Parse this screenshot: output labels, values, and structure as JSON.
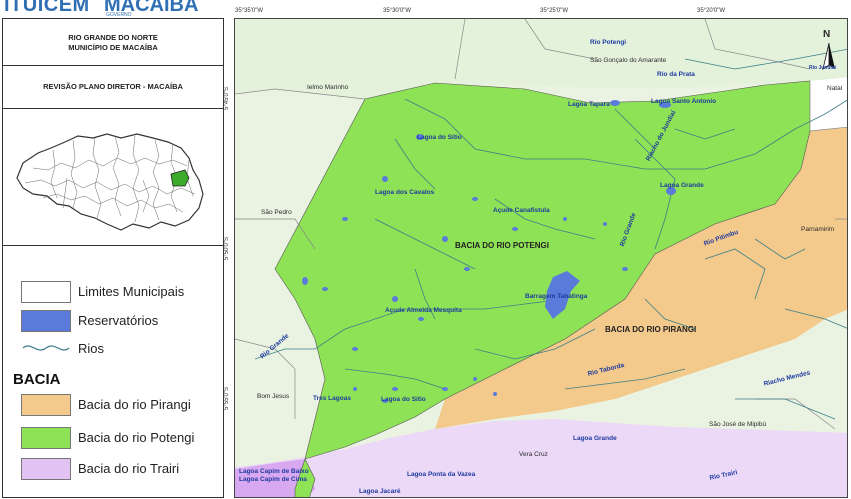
{
  "header": {
    "logo_left": "ITUICEM",
    "logo_right": "MACAÍBA",
    "logo_right_sub": "GOVERNO"
  },
  "side": {
    "title_line1": "RIO GRANDE DO NORTE",
    "title_line2": "MUNICÍPIO DE MACAÍBA",
    "revision": "REVISÃO PLANO DIRETOR - MACAÍBA"
  },
  "legend": {
    "items": [
      {
        "label": "Limites Municipais",
        "color": "#ffffff"
      },
      {
        "label": "Reservatórios",
        "color": "#5b7bdb"
      },
      {
        "label": "Rios",
        "color": "#3b7f88"
      }
    ],
    "bacia_title": "BACIA",
    "bacias": [
      {
        "label": "Bacia do rio Pirangi",
        "color": "#f3c98c"
      },
      {
        "label": "Bacia do rio Potengi",
        "color": "#8ee255"
      },
      {
        "label": "Bacia do rio Trairi",
        "color": "#e2c3f4"
      }
    ]
  },
  "graticule": {
    "lon": [
      "35°35'0\"W",
      "35°30'0\"W",
      "35°25'0\"W",
      "35°20'0\"W"
    ],
    "lat": [
      "5°45'0\"S",
      "5°50'0\"S",
      "5°55'0\"S"
    ]
  },
  "north_label": "N",
  "map_labels": {
    "rio_potengi": "Rio Potengi",
    "sao_goncalo": "São Gonçalo do Amarante",
    "rio_da_prata": "Rio da Prata",
    "ielmo_marinho": "Ielmo Marinho",
    "lagoa_tapara": "Lagoa Tapara",
    "lagoa_santo_antonio": "Lagoa Santo Antonio",
    "natal": "Natal",
    "rio_jundiai": "Rio Jundiaí",
    "lagoa_do_sitio_1": "Lagoa do Sítio",
    "riacho_jundiai": "Riacho do Jundiaí",
    "lagoa_grande_1": "Lagoa Grande",
    "lagoa_dos_cavalos": "Lagoa dos Cavalos",
    "acude_canafistula": "Açude Canafistula",
    "sao_pedro": "São Pedro",
    "bacia_potengi": "BACIA DO RIO POTENGI",
    "rio_pitimbu": "Rio Pitimbu",
    "parnamirim": "Parnamirim",
    "barragem_tabatinga": "Barragem Tabatinga",
    "acude_mesquita": "Açude Almeida Mesquita",
    "bacia_pirangi": "BACIA DO RIO PIRANGI",
    "rio_grande_left": "Rio Grande",
    "rio_grande_mid": "Rio Grande",
    "rio_taborda": "Rio Taborda",
    "bom_jesus": "Bom Jesus",
    "tres_lagoas": "Tres Lagoas",
    "lagoa_do_sitio_2": "Lagoa do Sítio",
    "riacho_mendes": "Riacho Mendes",
    "sao_jose_mipibu": "São José de Mipibú",
    "lagoa_grande_2": "Lagoa Grande",
    "vera_cruz": "Vera Cruz",
    "lagoa_capim_baixo": "Lagoa Capim de Baixo",
    "lagoa_capim_cima": "Lagoa Capim de Cima",
    "lagoa_ponta_vazea": "Lagoa Ponta da Vazea",
    "lagoa_jacare": "Lagoa Jacaré",
    "rio_trairi": "Rio Trairi"
  }
}
